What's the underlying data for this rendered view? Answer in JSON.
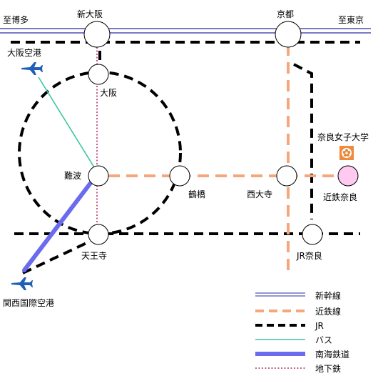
{
  "colors": {
    "shinkansen": "#2b2ba8",
    "kintetsu": "#f4a77a",
    "jr": "#000000",
    "bus": "#3cc6a4",
    "nankai": "#6b6bf0",
    "subway": "#b0336e",
    "nara_station_fill": "#ffc9f0",
    "univ_emblem": "#f08a3c"
  },
  "labels": {
    "to_hakata": "至博多",
    "to_tokyo": "至東京",
    "shin_osaka": "新大阪",
    "kyoto": "京都",
    "osaka_airport": "大阪空港",
    "osaka": "大阪",
    "nara_womens_univ": "奈良女子大学",
    "namba": "難波",
    "tsuruhashi": "鶴橋",
    "saidaiji": "西大寺",
    "kintetsu_nara": "近鉄奈良",
    "tennoji": "天王寺",
    "jr_nara": "JR奈良",
    "kansai_airport": "関西国際空港"
  },
  "icons": {
    "airplane": "airplane-icon",
    "university_emblem": "flower-emblem-icon"
  },
  "legend": [
    {
      "key": "shinkansen",
      "label": "新幹線"
    },
    {
      "key": "kintetsu",
      "label": "近鉄線"
    },
    {
      "key": "jr",
      "label": "JR"
    },
    {
      "key": "bus",
      "label": "バス"
    },
    {
      "key": "nankai",
      "label": "南海鉄道"
    },
    {
      "key": "subway",
      "label": "地下鉄"
    }
  ]
}
